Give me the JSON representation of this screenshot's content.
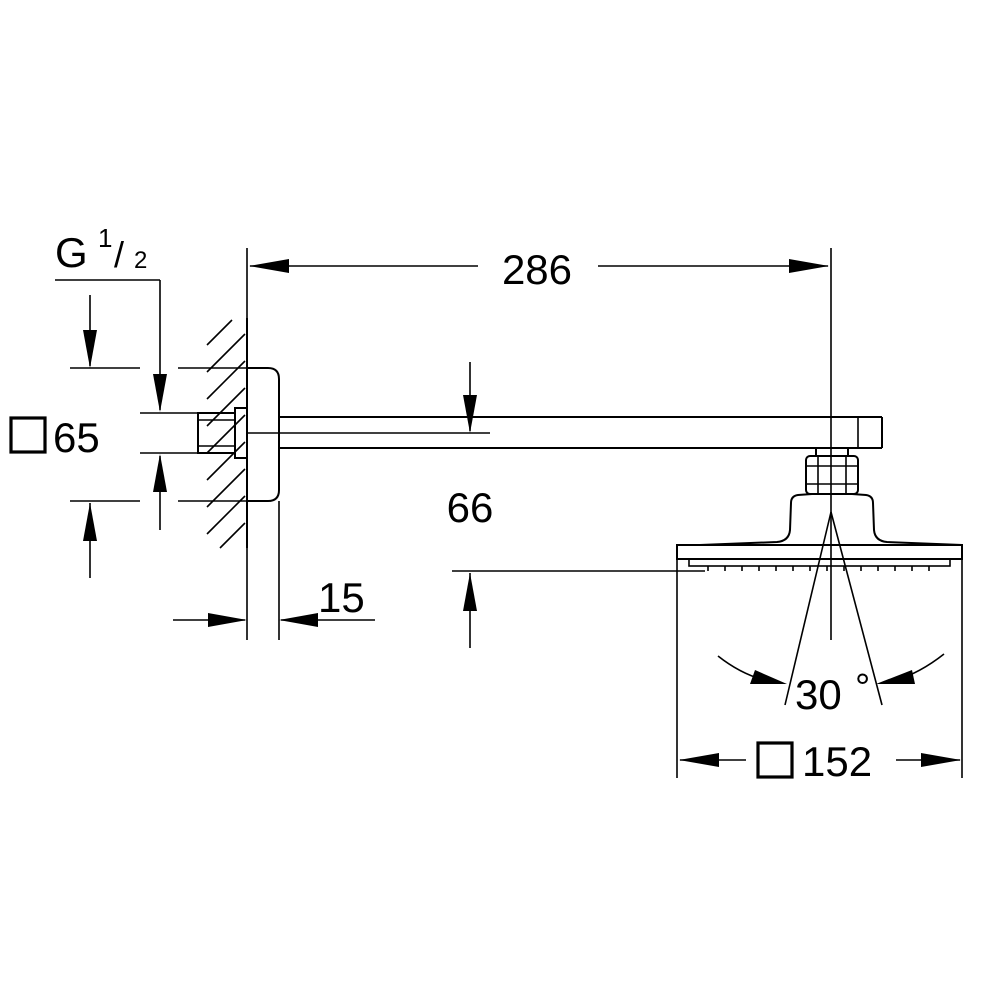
{
  "dimensions": {
    "thread_prefix": "G",
    "thread_numerator": "1",
    "thread_slash": "/",
    "thread_denominator": "2",
    "flange_size": "65",
    "arm_length": "286",
    "drop_height": "66",
    "flange_depth": "15",
    "spray_angle": "30",
    "angle_unit": "°",
    "head_size": "152"
  }
}
